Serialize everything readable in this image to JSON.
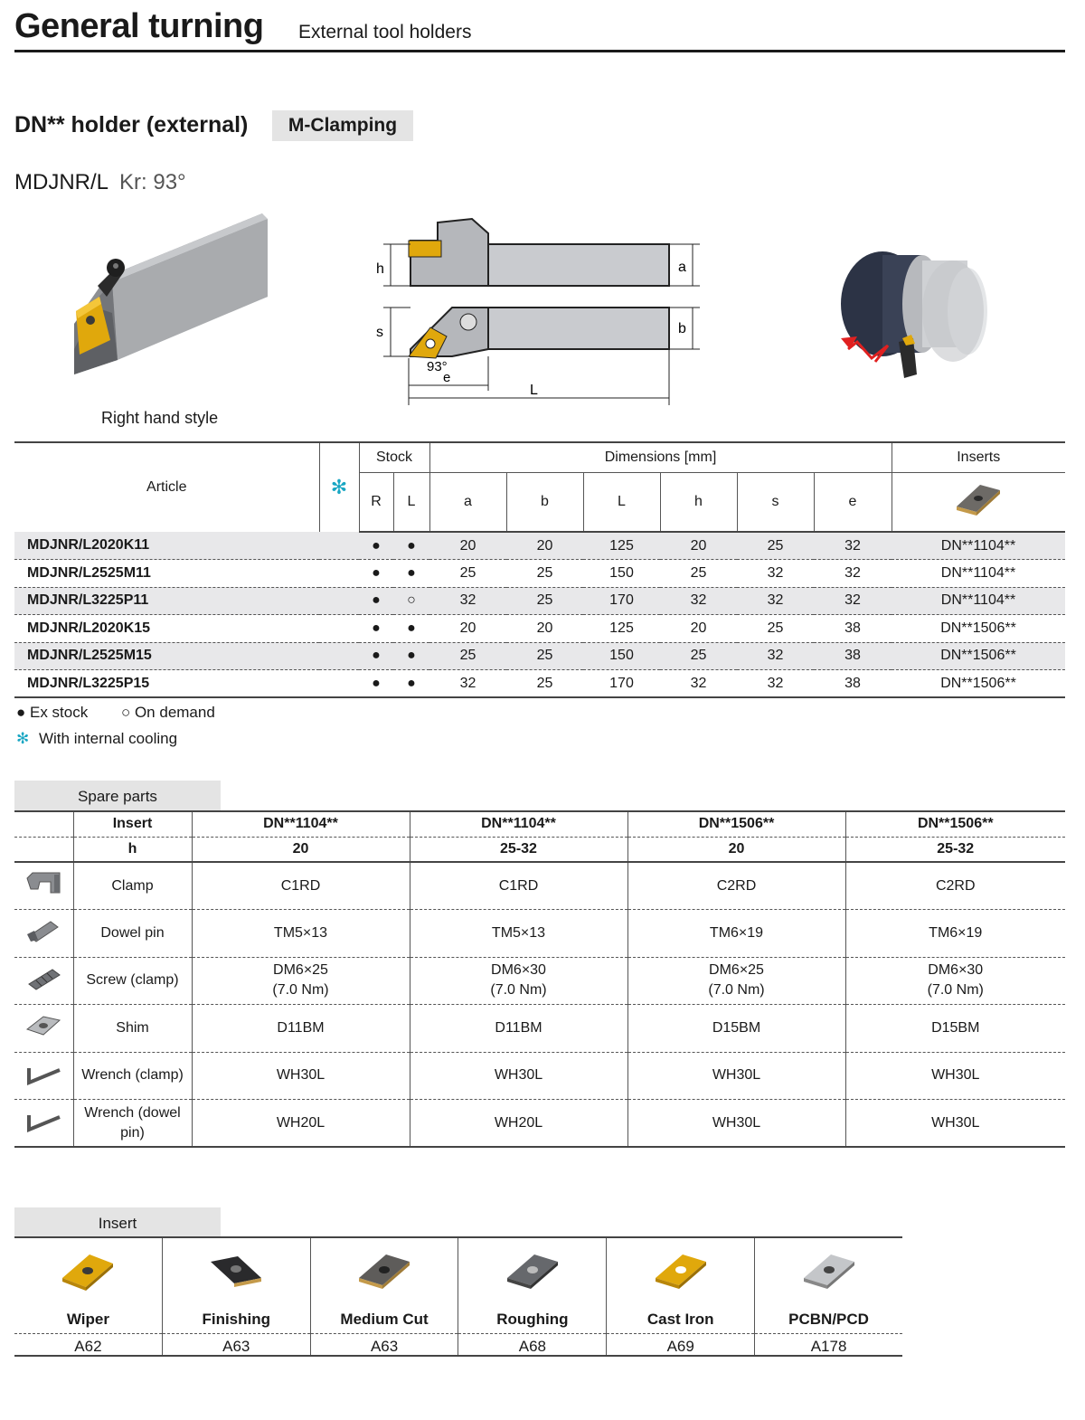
{
  "header": {
    "title": "General turning",
    "subtitle": "External tool holders"
  },
  "section": {
    "title": "DN** holder (external)",
    "tag": "M-Clamping"
  },
  "model": {
    "name": "MDJNR/L",
    "kr": "Kr: 93°"
  },
  "images": {
    "caption": "Right hand style"
  },
  "drawing": {
    "h": "h",
    "a": "a",
    "s": "s",
    "b": "b",
    "angle": "93°",
    "e": "e",
    "L": "L"
  },
  "main_table": {
    "headers": {
      "article": "Article",
      "stock": "Stock",
      "dimensions": "Dimensions [mm]",
      "inserts": "Inserts",
      "R": "R",
      "L": "L",
      "a": "a",
      "b": "b",
      "Ldim": "L",
      "h": "h",
      "s": "s",
      "e": "e"
    },
    "rows": [
      {
        "article": "MDJNR/L2020K11",
        "R": "●",
        "L": "●",
        "a": "20",
        "b": "20",
        "Ldim": "125",
        "h": "20",
        "s": "25",
        "e": "32",
        "insert": "DN**1104**"
      },
      {
        "article": "MDJNR/L2525M11",
        "R": "●",
        "L": "●",
        "a": "25",
        "b": "25",
        "Ldim": "150",
        "h": "25",
        "s": "32",
        "e": "32",
        "insert": "DN**1104**"
      },
      {
        "article": "MDJNR/L3225P11",
        "R": "●",
        "L": "○",
        "a": "32",
        "b": "25",
        "Ldim": "170",
        "h": "32",
        "s": "32",
        "e": "32",
        "insert": "DN**1104**"
      },
      {
        "article": "MDJNR/L2020K15",
        "R": "●",
        "L": "●",
        "a": "20",
        "b": "20",
        "Ldim": "125",
        "h": "20",
        "s": "25",
        "e": "38",
        "insert": "DN**1506**"
      },
      {
        "article": "MDJNR/L2525M15",
        "R": "●",
        "L": "●",
        "a": "25",
        "b": "25",
        "Ldim": "150",
        "h": "25",
        "s": "32",
        "e": "38",
        "insert": "DN**1506**"
      },
      {
        "article": "MDJNR/L3225P15",
        "R": "●",
        "L": "●",
        "a": "32",
        "b": "25",
        "Ldim": "170",
        "h": "32",
        "s": "32",
        "e": "38",
        "insert": "DN**1506**"
      }
    ]
  },
  "legend": {
    "ex_stock": "● Ex stock",
    "on_demand": "○ On demand",
    "cooling_symbol": "✻",
    "cooling": "With internal cooling"
  },
  "spare_parts": {
    "label": "Spare parts",
    "insert_label": "Insert",
    "h_label": "h",
    "columns": [
      {
        "insert": "DN**1104**",
        "h": "20"
      },
      {
        "insert": "DN**1104**",
        "h": "25-32"
      },
      {
        "insert": "DN**1506**",
        "h": "20"
      },
      {
        "insert": "DN**1506**",
        "h": "25-32"
      }
    ],
    "rows": [
      {
        "part": "Clamp",
        "values": [
          "C1RD",
          "C1RD",
          "C2RD",
          "C2RD"
        ]
      },
      {
        "part": "Dowel pin",
        "values": [
          "TM5×13",
          "TM5×13",
          "TM6×19",
          "TM6×19"
        ]
      },
      {
        "part": "Screw (clamp)",
        "values": [
          "DM6×25",
          "DM6×30",
          "DM6×25",
          "DM6×30"
        ],
        "sub": [
          "(7.0 Nm)",
          "(7.0 Nm)",
          "(7.0 Nm)",
          "(7.0 Nm)"
        ]
      },
      {
        "part": "Shim",
        "values": [
          "D11BM",
          "D11BM",
          "D15BM",
          "D15BM"
        ]
      },
      {
        "part": "Wrench (clamp)",
        "values": [
          "WH30L",
          "WH30L",
          "WH30L",
          "WH30L"
        ]
      },
      {
        "part": "Wrench (dowel pin)",
        "values": [
          "WH20L",
          "WH20L",
          "WH30L",
          "WH30L"
        ]
      }
    ]
  },
  "insert_section": {
    "label": "Insert",
    "items": [
      {
        "name": "Wiper",
        "page": "A62"
      },
      {
        "name": "Finishing",
        "page": "A63"
      },
      {
        "name": "Medium Cut",
        "page": "A63"
      },
      {
        "name": "Roughing",
        "page": "A68"
      },
      {
        "name": "Cast Iron",
        "page": "A69"
      },
      {
        "name": "PCBN/PCD",
        "page": "A178"
      }
    ]
  },
  "colors": {
    "insert_gold": "#e0a80c",
    "shade_row": "#e8e8ea",
    "tab_bg": "#e4e4e4",
    "cooling": "#18a6c3"
  }
}
